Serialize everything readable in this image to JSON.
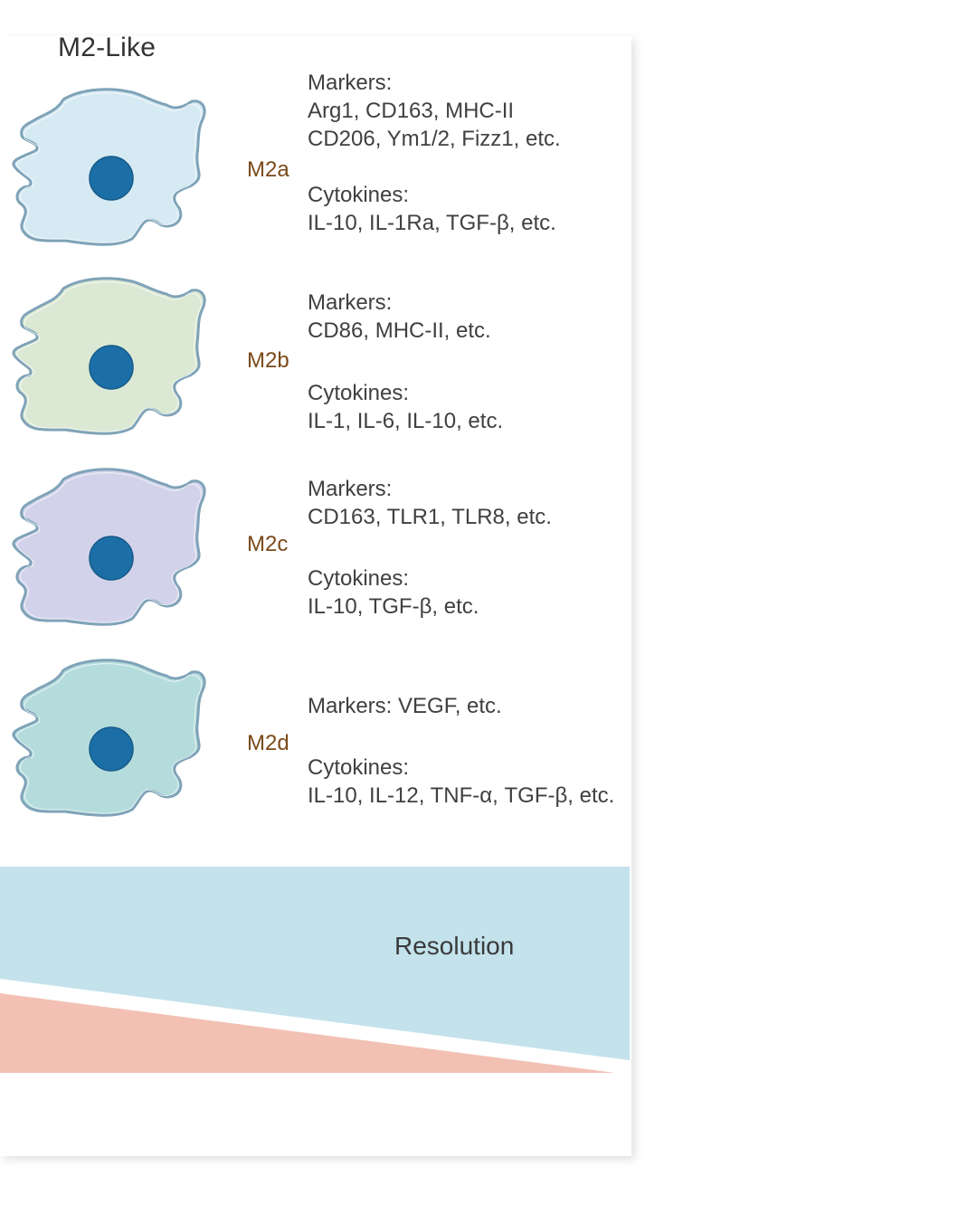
{
  "title": "M2-Like",
  "colors": {
    "cell_outline": "#7fa3b8",
    "nucleus": "#1c6fa6",
    "subtype_label": "#7a4a1a",
    "band_blue": "#c3e2ec",
    "band_red": "#f2c1b3"
  },
  "subtypes": [
    {
      "label": "M2a",
      "cell_fill": "#d6eaf3",
      "markers_heading": "Markers:",
      "markers_lines": [
        "Arg1, CD163, MHC-II",
        "CD206, Ym1/2, Fizz1, etc."
      ],
      "cytokines_heading": "Cytokines:",
      "cytokines_lines": [
        "IL-10, IL-1Ra, TGF-β, etc."
      ]
    },
    {
      "label": "M2b",
      "cell_fill": "#dbe9d4",
      "markers_heading": "Markers:",
      "markers_lines": [
        "CD86, MHC-II, etc."
      ],
      "cytokines_heading": "Cytokines:",
      "cytokines_lines": [
        "IL-1, IL-6, IL-10, etc."
      ]
    },
    {
      "label": "M2c",
      "cell_fill": "#d2d3ea",
      "markers_heading": "Markers:",
      "markers_lines": [
        "CD163, TLR1, TLR8, etc."
      ],
      "cytokines_heading": "Cytokines:",
      "cytokines_lines": [
        "IL-10, TGF-β, etc."
      ]
    },
    {
      "label": "M2d",
      "cell_fill": "#b5dcdc",
      "markers_heading": "Markers: VEGF, etc.",
      "markers_lines": [],
      "cytokines_heading": "Cytokines:",
      "cytokines_lines": [
        "IL-10, IL-12, TNF-α, TGF-β, etc."
      ]
    }
  ],
  "band_label": "Resolution"
}
